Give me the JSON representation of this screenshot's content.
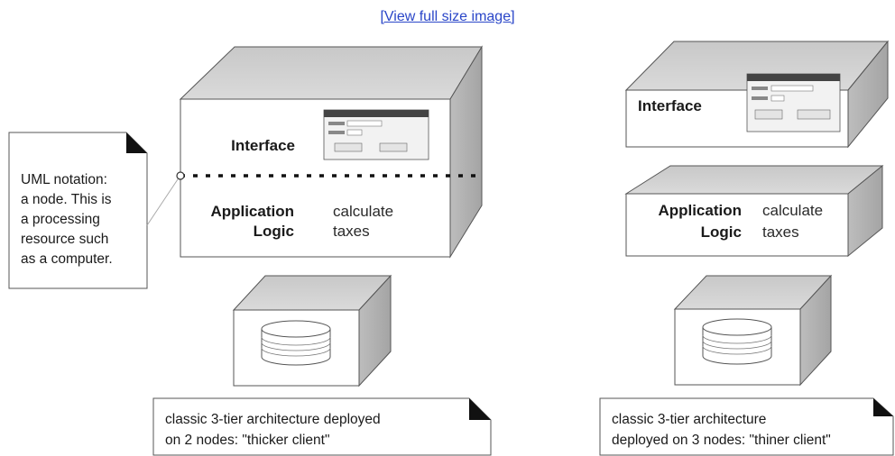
{
  "header": {
    "view_link": "[View full size image]"
  },
  "left_deployment": {
    "node_layers": {
      "interface": "Interface",
      "app_logic_line1": "Application",
      "app_logic_line2": "Logic",
      "app_logic_detail_line1": "calculate",
      "app_logic_detail_line2": "taxes"
    },
    "note": {
      "line1": "classic 3-tier architecture deployed",
      "line2": "on 2 nodes: \"thicker client\""
    }
  },
  "right_deployment": {
    "interface_node": {
      "label": "Interface"
    },
    "app_node": {
      "line1": "Application",
      "line2": "Logic",
      "detail_line1": "calculate",
      "detail_line2": "taxes"
    },
    "note": {
      "line1": "classic 3-tier architecture",
      "line2": "deployed on 3 nodes: \"thiner client\""
    }
  },
  "uml_note": {
    "lines": [
      "UML notation:",
      "a node. This is",
      "a processing",
      "resource such",
      "as a computer."
    ]
  },
  "colors": {
    "node_top": "#d0d0d0",
    "node_side": "#b0b0b0",
    "node_front": "#ffffff",
    "stroke": "#555555",
    "link": "#2a46c8"
  }
}
